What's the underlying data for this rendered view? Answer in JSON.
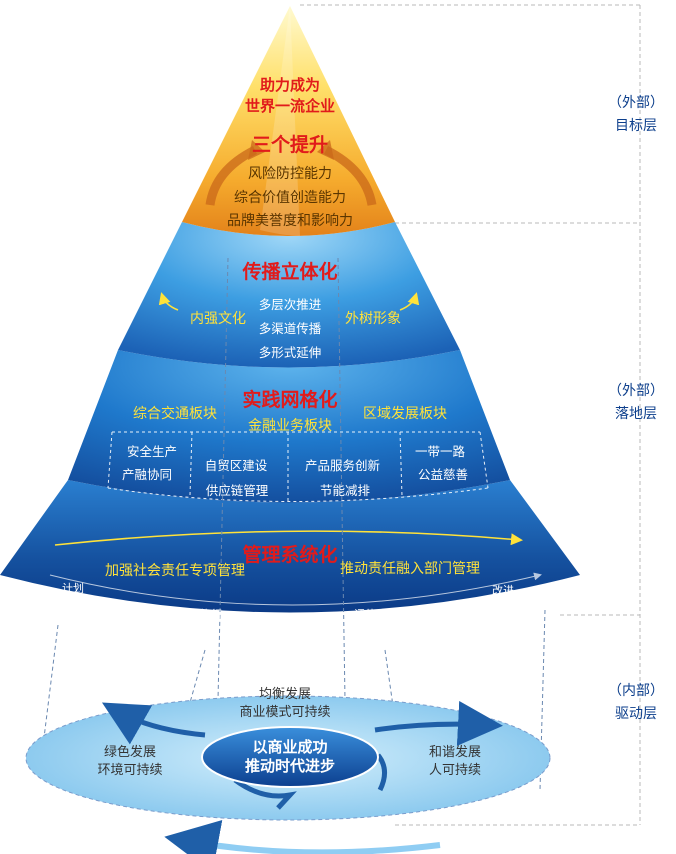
{
  "pyramid": {
    "top_goal": [
      "助力成为",
      "世界一流企业"
    ],
    "tisheng": {
      "title": "三个提升",
      "items": [
        "风险防控能力",
        "综合价值创造能力",
        "品牌美誉度和影响力"
      ]
    },
    "chuanbo": {
      "title": "传播立体化",
      "left": "内强文化",
      "right": "外树形象",
      "items": [
        "多层次推进",
        "多渠道传播",
        "多形式延伸"
      ]
    },
    "shijian": {
      "title": "实践网格化",
      "blocks": [
        "综合交通板块",
        "金融业务板块",
        "区域发展板块"
      ],
      "cells": [
        [
          "安全生产",
          "产融协同"
        ],
        [
          "自贸区建设",
          "供应链管理"
        ],
        [
          "产品服务创新",
          "节能减排"
        ],
        [
          "一带一路",
          "公益慈善"
        ]
      ]
    },
    "guanli": {
      "title": "管理系统化",
      "left": "加强社会责任专项管理",
      "right": "推动责任融入部门管理",
      "cycle": [
        "计划",
        "执行",
        "评估",
        "改进"
      ]
    }
  },
  "base": {
    "center": [
      "以商业成功",
      "推动时代进步"
    ],
    "top": [
      "均衡发展",
      "商业模式可持续"
    ],
    "left": [
      "绿色发展",
      "环境可持续"
    ],
    "right": [
      "和谐发展",
      "人可持续"
    ]
  },
  "side_labels": [
    [
      "（外部）",
      "目标层"
    ],
    [
      "（外部）",
      "落地层"
    ],
    [
      "（内部）",
      "驱动层"
    ]
  ],
  "colors": {
    "gold_top": "#fff3a6",
    "gold_bottom": "#e88a1a",
    "blue_light": "#bfe6fb",
    "blue_mid": "#2b8fd8",
    "blue_dark": "#0b3d8f",
    "title_red": "#e11b1b",
    "label_yellow": "#ffe23a",
    "side_text": "#0d3f8c"
  }
}
